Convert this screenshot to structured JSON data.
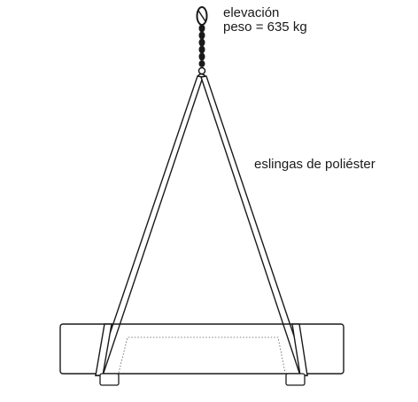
{
  "labels": {
    "lift": "elevación",
    "weight": "peso = 635 kg",
    "slings": "eslingas de poliéster"
  },
  "colors": {
    "line": "#1a1a1a",
    "background": "#ffffff"
  }
}
